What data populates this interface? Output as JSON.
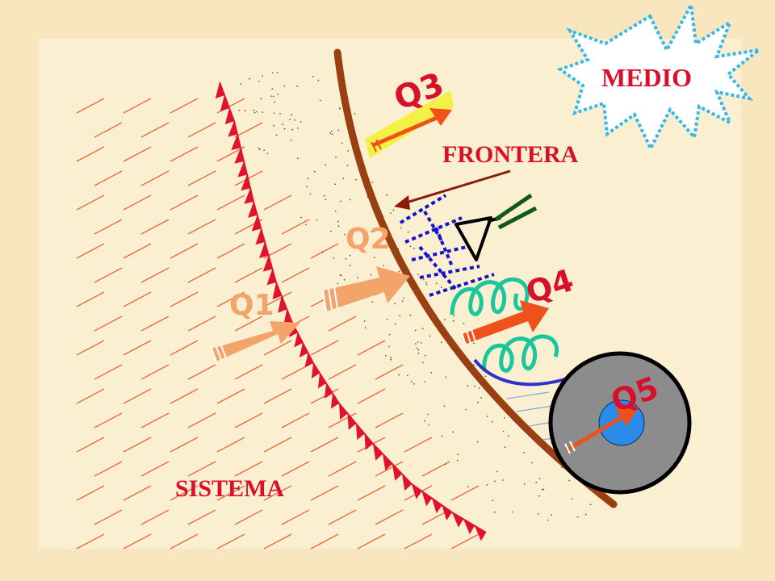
{
  "labels": {
    "q1": "Q1",
    "q2": "Q2",
    "q3": "Q3",
    "q4": "Q4",
    "q5": "Q5",
    "medio": "MEDIO",
    "frontera": "FRONTERA",
    "sistema": "SISTEMA"
  },
  "colors": {
    "background": "#f8e6bf",
    "inner_panel": "#fbefd2",
    "boundary": "#9a3f12",
    "sawtooth": "#e0132a",
    "label_red": "#d8102a",
    "q_light_arrow": "#f2a46a",
    "q_dark_arrow": "#f0501a",
    "q3_glow": "#f5f044",
    "dashes": "#e86a3a",
    "burst_outline": "#37b8e8",
    "lamp_rays": "#1414c8",
    "coil": "#19c79b",
    "wire": "#3030c8",
    "wheel_fill": "#8c8c8c",
    "wheel_hub": "#2a8ce8",
    "lamp_handle": "#0f5a14"
  },
  "icons": {
    "q1": "heat-flow-arrow",
    "q2": "heat-flow-arrow",
    "q3": "heat-flow-arrow",
    "q4": "heat-flow-arrow",
    "q5": "heat-flow-arrow",
    "lamp": "lamp-icon",
    "coil": "coil-icon",
    "wheel": "wheel-icon",
    "burst": "burst-icon"
  }
}
